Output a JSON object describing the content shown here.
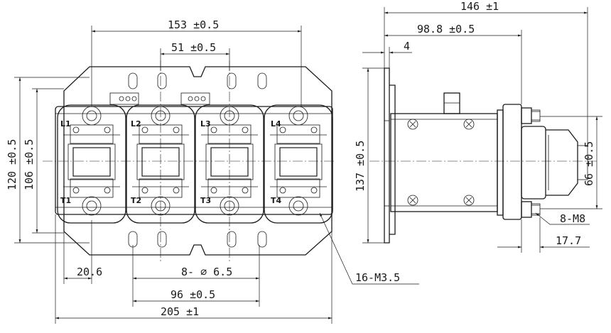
{
  "front_view": {
    "dims": {
      "overall_width": "205 ±1",
      "terminal_pitch_span": "153 ±0.5",
      "pole_pitch": "51 ±0.5",
      "hole_spacing": "96 ±0.5",
      "edge_offset": "20.6",
      "mount_holes": "8- ∅ 6.5",
      "height_outer": "120 ±0.5",
      "height_inner": "106 ±0.5",
      "screws": "16-M3.5"
    },
    "terminals": [
      {
        "line": "L1",
        "load": "T1"
      },
      {
        "line": "L2",
        "load": "T2"
      },
      {
        "line": "L3",
        "load": "T3"
      },
      {
        "line": "L4",
        "load": "T4"
      }
    ]
  },
  "side_view": {
    "dims": {
      "overall_depth": "146 ±1",
      "bracket_to_face": "98.8 ±0.5",
      "bracket_thickness": "4",
      "bracket_height": "137 ±0.5",
      "coil_height": "66 ±0.5",
      "coil_terminal_depth": "17.7",
      "coil_studs": "8-M8"
    }
  }
}
